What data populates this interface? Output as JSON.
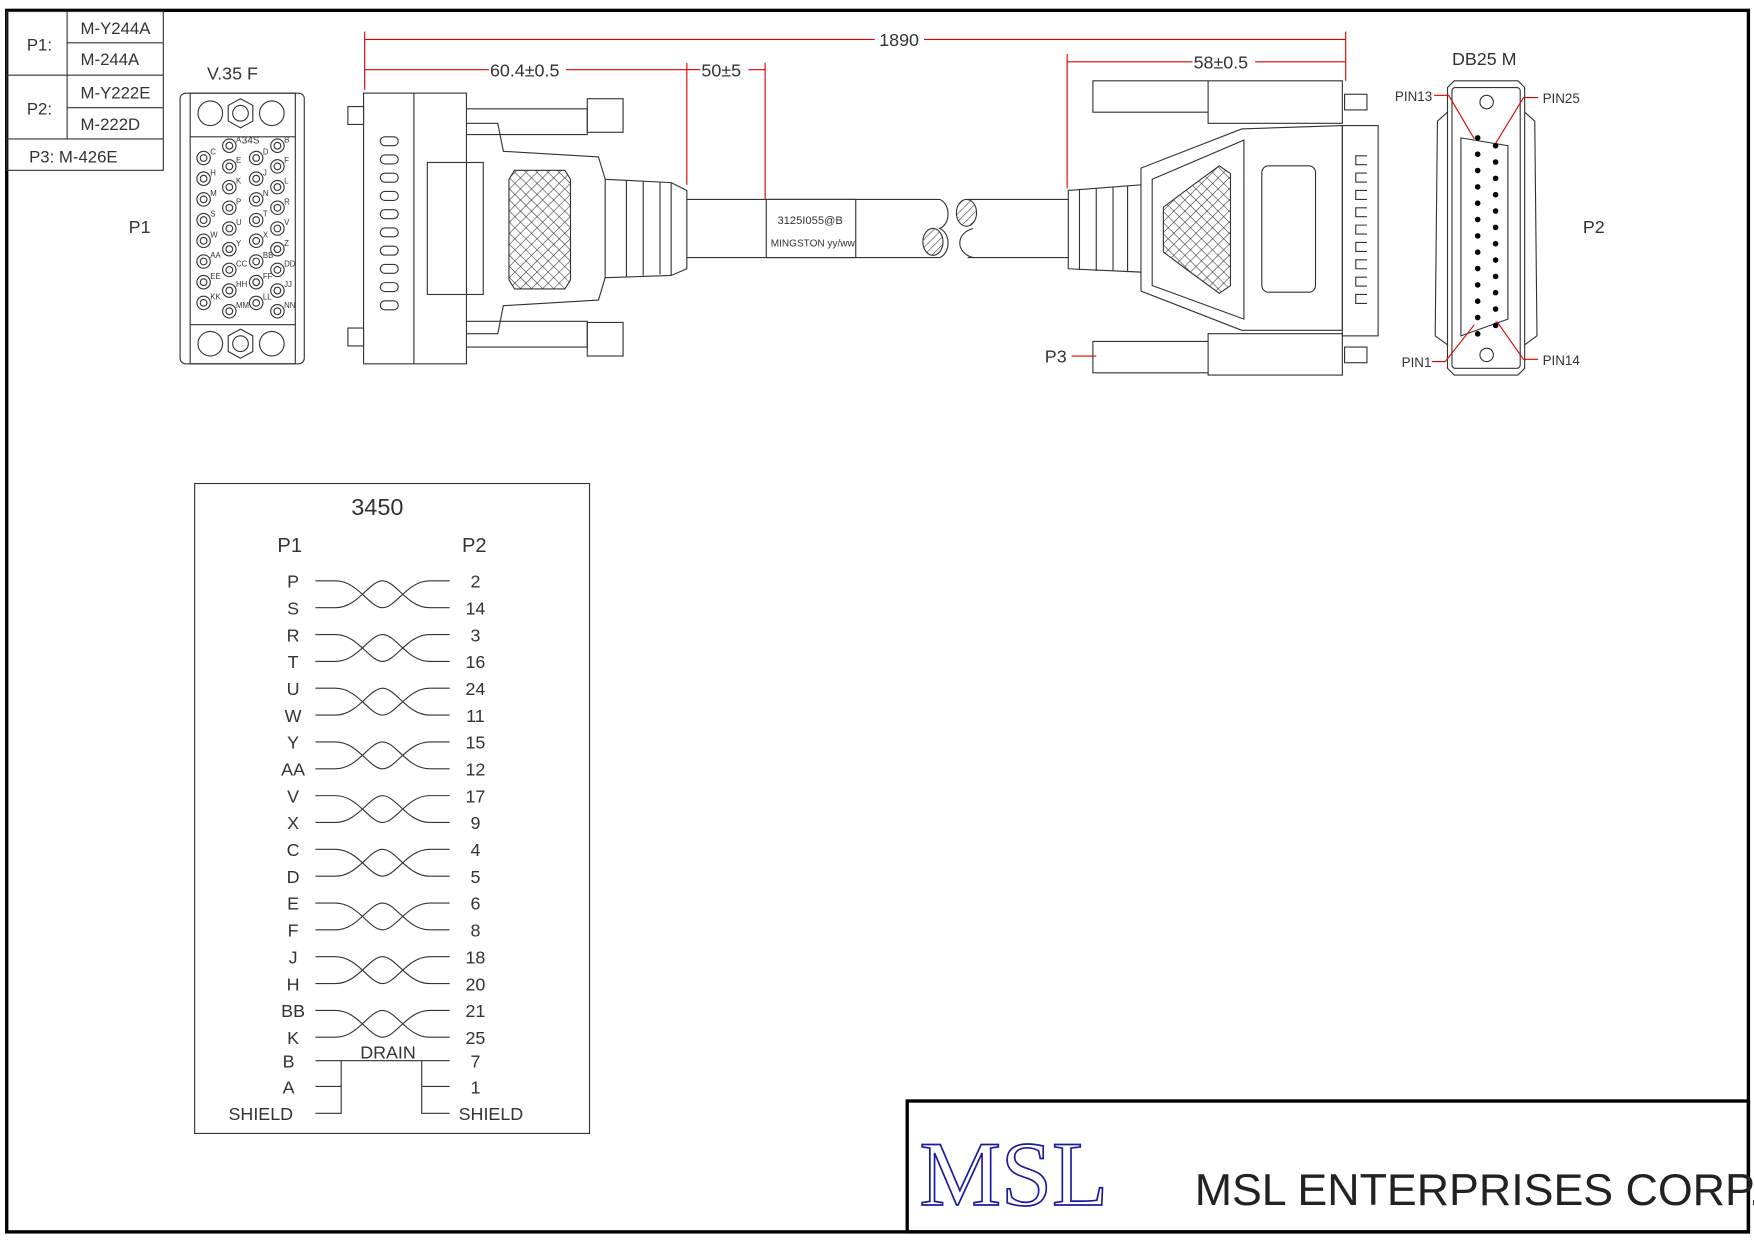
{
  "parts_table": {
    "p1_label": "P1:",
    "p1_parts": [
      "M-Y244A",
      "M-244A"
    ],
    "p2_label": "P2:",
    "p2_parts": [
      "M-Y222E",
      "M-222D"
    ],
    "p3": "P3: M-426E"
  },
  "connector_p1": {
    "title": "V.35 F",
    "ref": "P1",
    "top_label": "34S",
    "pin_columns": [
      [
        "C",
        "H",
        "M",
        "S",
        "W",
        "AA",
        "EE",
        "KK"
      ],
      [
        "A",
        "E",
        "K",
        "P",
        "U",
        "Y",
        "CC",
        "HH",
        "MM"
      ],
      [
        "D",
        "J",
        "N",
        "T",
        "X",
        "BB",
        "FF",
        "LL"
      ],
      [
        "B",
        "F",
        "L",
        "R",
        "V",
        "Z",
        "DD",
        "JJ",
        "NN"
      ]
    ]
  },
  "connector_p2": {
    "title": "DB25 M",
    "ref": "P2",
    "pin_labels": {
      "pin13": "PIN13",
      "pin25": "PIN25",
      "pin1": "PIN1",
      "pin14": "PIN14"
    },
    "p3_ref": "P3"
  },
  "dimensions": {
    "overall": "1890",
    "left_connector": "60.4±0.5",
    "label_offset": "50±5",
    "right_connector": "58±0.5"
  },
  "cable_label": {
    "line1": "3125I055@B",
    "line2": "MINGSTON yy/ww"
  },
  "wiring": {
    "title": "3450",
    "left_header": "P1",
    "right_header": "P2",
    "pairs": [
      [
        [
          "P",
          "2"
        ],
        [
          "S",
          "14"
        ]
      ],
      [
        [
          "R",
          "3"
        ],
        [
          "T",
          "16"
        ]
      ],
      [
        [
          "U",
          "24"
        ],
        [
          "W",
          "11"
        ]
      ],
      [
        [
          "Y",
          "15"
        ],
        [
          "AA",
          "12"
        ]
      ],
      [
        [
          "V",
          "17"
        ],
        [
          "X",
          "9"
        ]
      ],
      [
        [
          "C",
          "4"
        ],
        [
          "D",
          "5"
        ]
      ],
      [
        [
          "E",
          "6"
        ],
        [
          "F",
          "8"
        ]
      ],
      [
        [
          "J",
          "18"
        ],
        [
          "H",
          "20"
        ]
      ],
      [
        [
          "BB",
          "21"
        ],
        [
          "K",
          "25"
        ]
      ]
    ],
    "drain_label": "DRAIN",
    "drain_rows": [
      [
        "B",
        "7"
      ],
      [
        "A",
        "1"
      ],
      [
        "SHIELD",
        "SHIELD"
      ]
    ]
  },
  "title_block": {
    "logo": "MSL",
    "company": "MSL ENTERPRISES CORP.",
    "logo_color": "#1a1aa0"
  },
  "colors": {
    "dimension": "#dd0000",
    "line": "#333333"
  }
}
